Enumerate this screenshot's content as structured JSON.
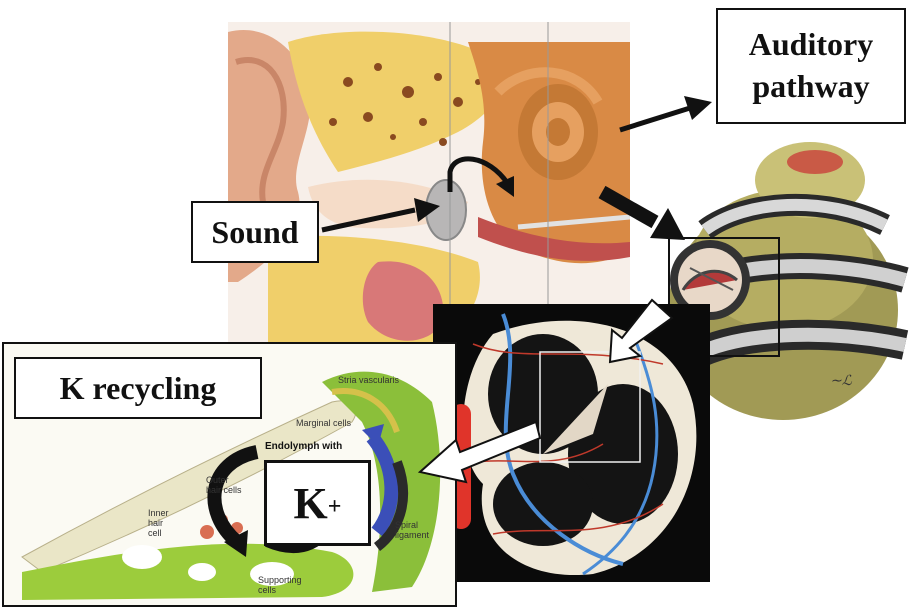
{
  "labels": {
    "auditory_line1": "Auditory",
    "auditory_line2": "pathway",
    "sound": "Sound",
    "k_recycling": "K recycling",
    "k_plus_base": "K",
    "k_plus_sup": "+"
  },
  "scala_labels": {
    "stria": "Stria vascularis",
    "marginal": "Marginal cells",
    "endolymph": "Endolymph with",
    "outer_hair": "Outer hair cells",
    "inner_hair": "Inner hair cell",
    "spiral_lig": "Spiral ligament",
    "supporting": "Supporting cells"
  },
  "colors": {
    "skin": "#e8b896",
    "bone": "#f0d070",
    "canal": "#f3d7c2",
    "tissue_green": "#8dc63f",
    "arrow": "#111111",
    "highlight_blue": "#3b5fc0"
  },
  "icons": [
    "black-arrow",
    "white-arrow",
    "blue-curved-arrow",
    "black-curved-arrow"
  ]
}
